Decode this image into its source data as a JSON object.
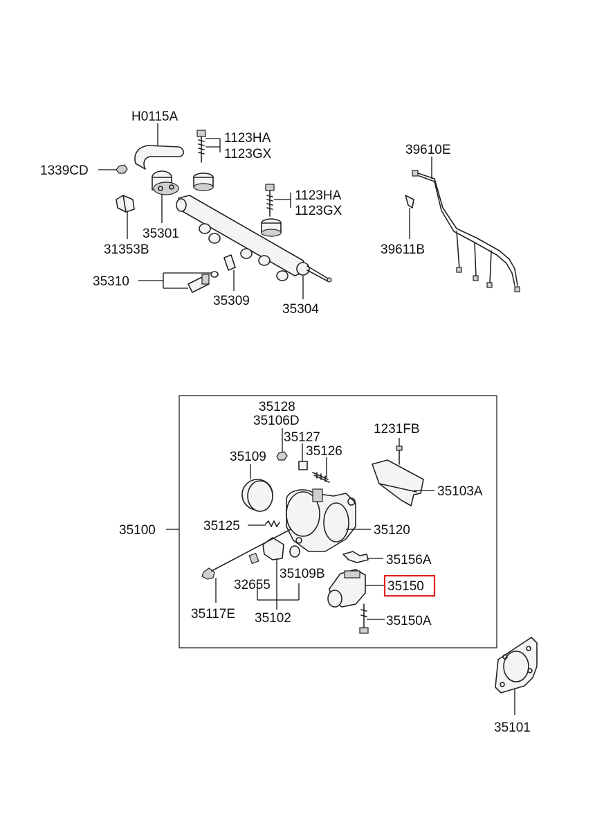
{
  "highlight_color": "#e02020",
  "labels": {
    "h0115a": "H0115A",
    "p1123ha_a": "1123HA",
    "p1123gx_a": "1123GX",
    "p1339cd": "1339CD",
    "p1123ha_b": "1123HA",
    "p1123gx_b": "1123GX",
    "p35301": "35301",
    "p31353b": "31353B",
    "p35310": "35310",
    "p35309": "35309",
    "p35304": "35304",
    "p39610e": "39610E",
    "p39611b": "39611B",
    "p35128": "35128",
    "p35106d": "35106D",
    "p35127": "35127",
    "p35126": "35126",
    "p35109": "35109",
    "p1231fb": "1231FB",
    "p35103a": "35103A",
    "p35100": "35100",
    "p35125": "35125",
    "p35120": "35120",
    "p35156a": "35156A",
    "p32655": "32655",
    "p35109b": "35109B",
    "p35150": "35150",
    "p35117e": "35117E",
    "p35102": "35102",
    "p35150a": "35150A",
    "p35101": "35101"
  }
}
